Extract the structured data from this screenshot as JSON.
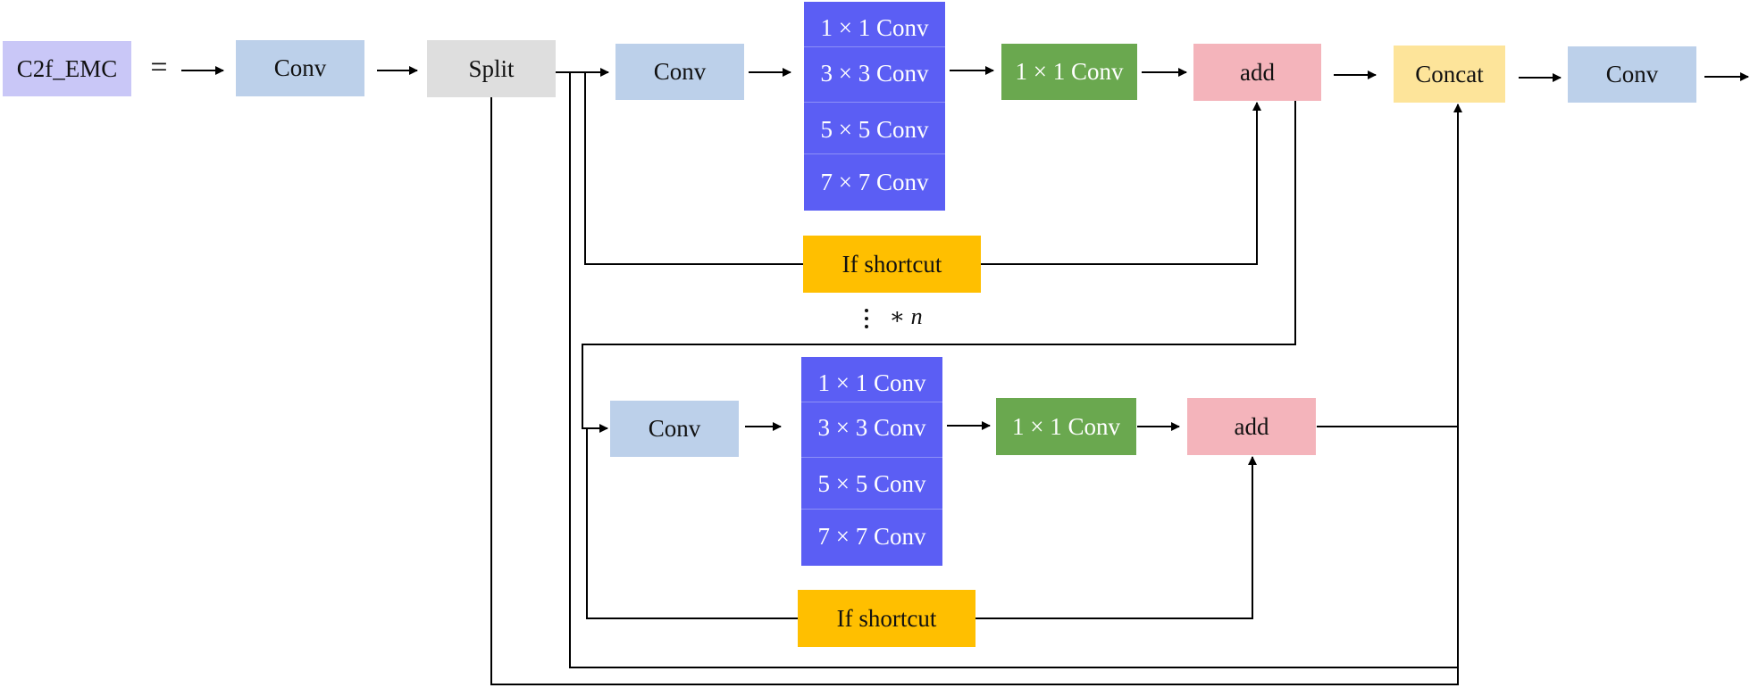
{
  "colors": {
    "lavender": "#c9c7f7",
    "conv_blue": "#bcd0ea",
    "split_gray": "#dedede",
    "multi_purple": "#5b5ef4",
    "green": "#6aa84f",
    "add_pink": "#f4b4bb",
    "concat_yellow": "#fde49a",
    "shortcut_orange": "#ffbf00",
    "line": "#000000"
  },
  "module_name": "C2f_EMC",
  "equals_sign": "=",
  "labels": {
    "conv": "Conv",
    "split": "Split",
    "add": "add",
    "concat": "Concat",
    "pointwise_conv": "1 × 1 Conv",
    "if_shortcut": "If shortcut"
  },
  "multi_scale_convs": [
    "1 × 1 Conv",
    "3 × 3 Conv",
    "5 × 5 Conv",
    "7 × 7 Conv"
  ],
  "repeat_note": "∗ n"
}
